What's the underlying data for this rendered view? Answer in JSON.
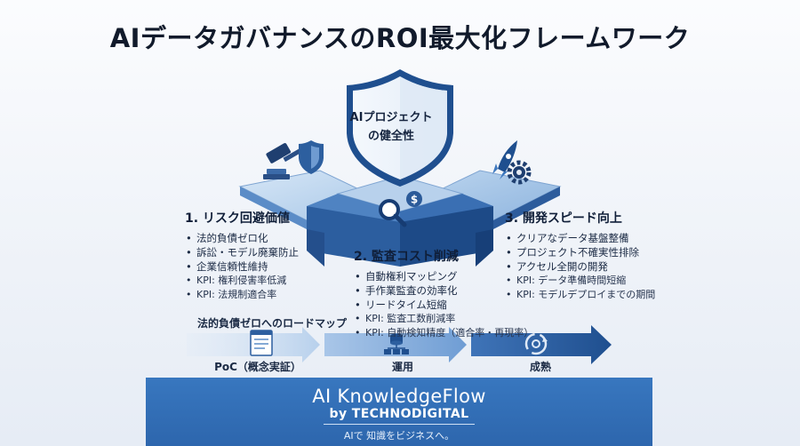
{
  "title": "AIデータガバナンスのROI最大化フレームワーク",
  "shield": {
    "line1": "AIプロジェクト",
    "line2": "の健全性"
  },
  "pillars": [
    {
      "heading": "1. リスク回避価値",
      "items": [
        "法的負債ゼロ化",
        "訴訟・モデル廃棄防止",
        "企業信頼性維持"
      ],
      "kpis": [
        "KPI: 権利侵害率低減",
        "KPI: 法規制適合率"
      ]
    },
    {
      "heading": "2. 監査コスト削減",
      "items": [
        "自動権利マッピング",
        "手作業監査の効率化",
        "リードタイム短縮"
      ],
      "kpis": [
        "KPI: 監査工数削減率",
        "KPI: 自動検知精度（適合率・再現率）"
      ]
    },
    {
      "heading": "3. 開発スピード向上",
      "items": [
        "クリアなデータ基盤整備",
        "プロジェクト不確実性排除",
        "アクセル全開の開発"
      ],
      "kpis": [
        "KPI: データ準備時間短縮",
        "KPI: モデルデプロイまでの期間"
      ]
    }
  ],
  "roadmap": {
    "title": "法的負債ゼロへのロードマップ",
    "stages": [
      "PoC（概念実証）",
      "運用",
      "成熟"
    ]
  },
  "icons": [
    "gavel-icon",
    "shield-icon",
    "magnifier-icon",
    "dollar-coin-icon",
    "rocket-icon",
    "gear-icon",
    "document-icon",
    "database-icon",
    "cycle-icon"
  ],
  "colors": {
    "dark_blue": "#1f4f8f",
    "mid_blue": "#3d78bf",
    "light_blue": "#a9c8e8",
    "footer_blue": "#2f6cb3"
  },
  "footer": {
    "brand": "AI KnowledgeFlow",
    "by": "by TECHNODIGITAL",
    "tagline": "AIで 知識をビジネスへ。"
  }
}
